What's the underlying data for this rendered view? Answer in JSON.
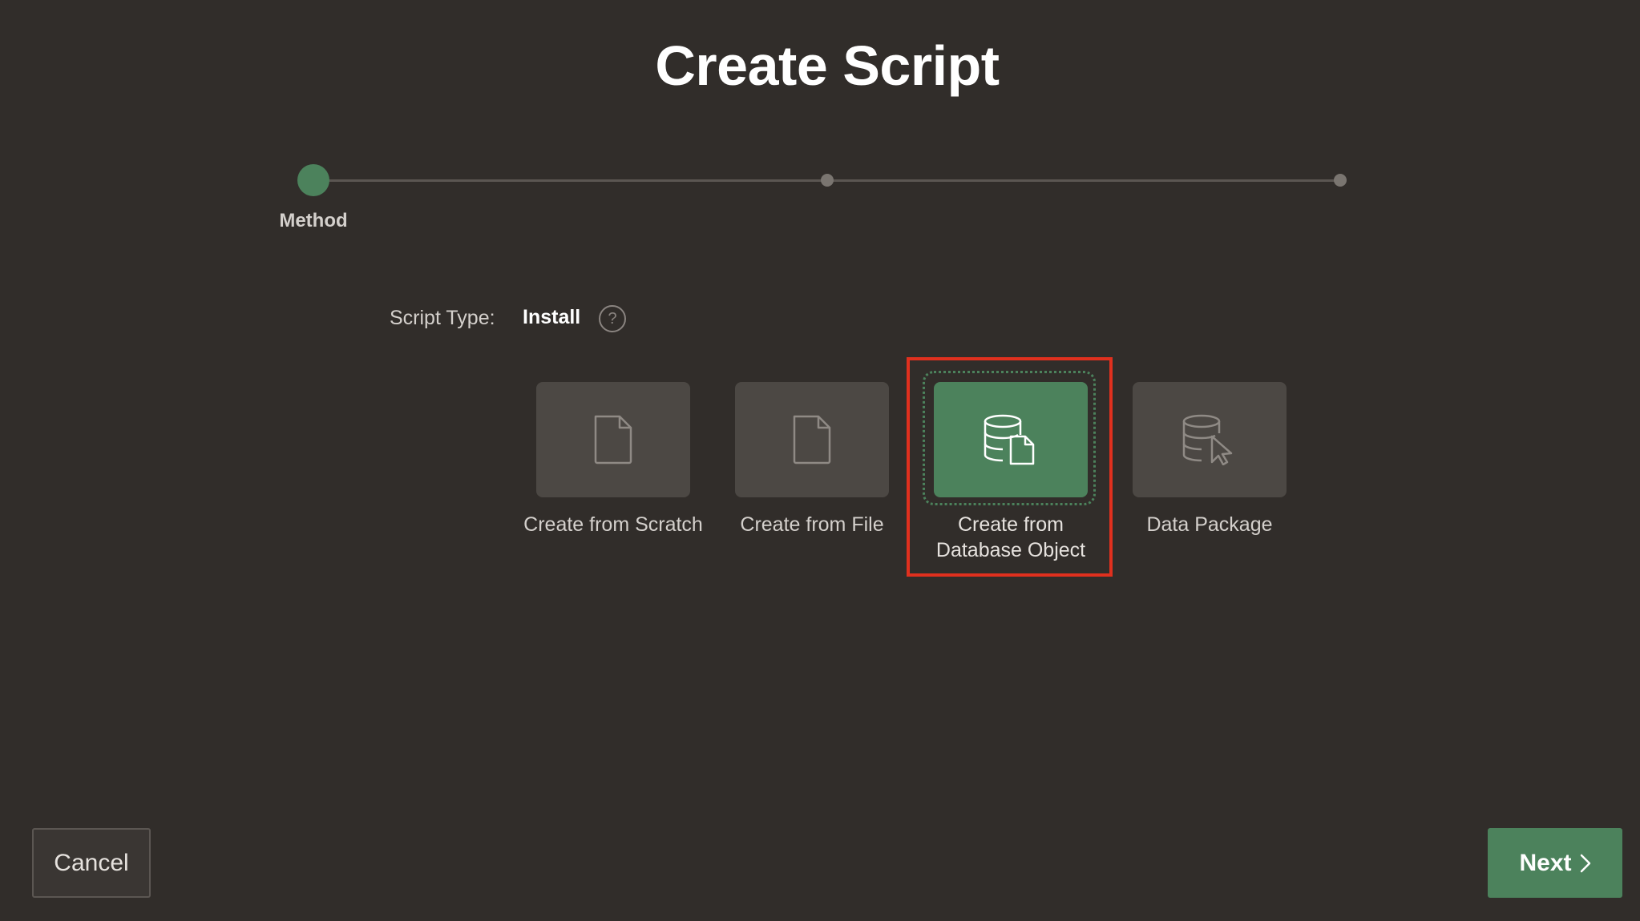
{
  "page": {
    "title": "Create Script"
  },
  "wizard": {
    "steps": [
      {
        "label": "Method",
        "state": "current"
      },
      {
        "label": "",
        "state": "upcoming"
      },
      {
        "label": "",
        "state": "upcoming"
      }
    ]
  },
  "script_type": {
    "label": "Script Type:",
    "value": "Install",
    "help_icon": "help-circle-icon",
    "help_glyph": "?"
  },
  "methods": [
    {
      "label": "Create from Scratch",
      "icon": "file-icon",
      "selected": false
    },
    {
      "label": "Create from File",
      "icon": "file-icon",
      "selected": false
    },
    {
      "label": "Create from Database Object",
      "icon": "database-file-icon",
      "selected": true
    },
    {
      "label": "Data Package",
      "icon": "database-cursor-icon",
      "selected": false
    }
  ],
  "footer": {
    "cancel_label": "Cancel",
    "next_label": "Next",
    "next_icon": "chevron-right-icon"
  },
  "colors": {
    "background": "#312d2a",
    "accent": "#4c825c",
    "tile": "#4c4844",
    "highlight": "#e0301e"
  }
}
